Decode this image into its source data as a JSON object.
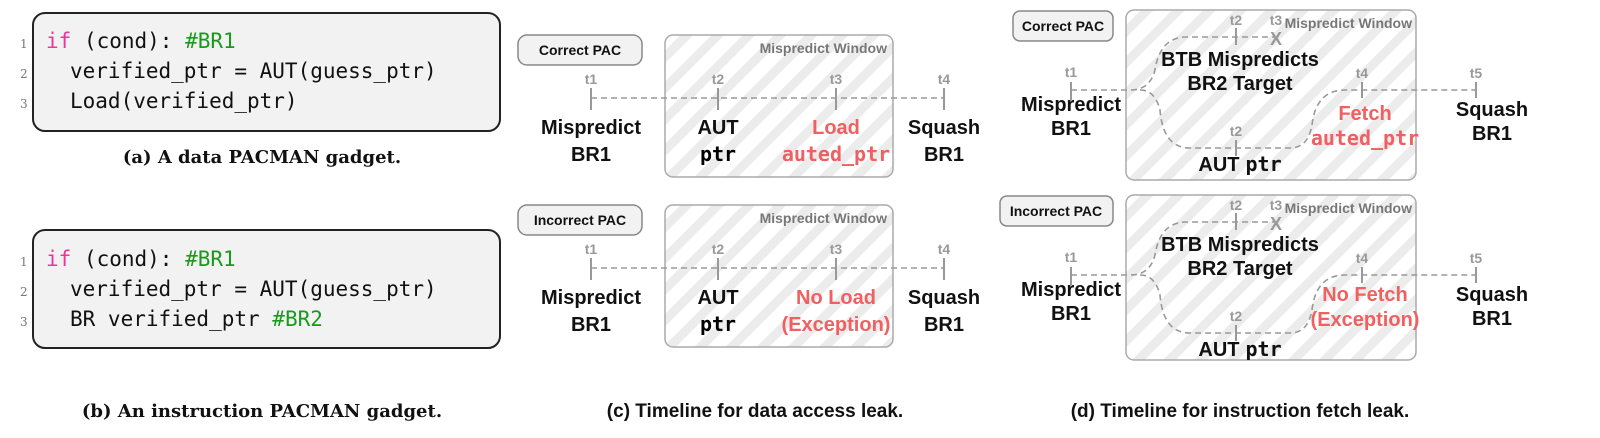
{
  "panel_a": {
    "line_numbers": [
      "1",
      "2",
      "3"
    ],
    "code": [
      {
        "kw": "if",
        "rest": " (cond): ",
        "comment": "#BR1"
      },
      {
        "text": "verified_ptr = AUT(guess_ptr)"
      },
      {
        "text": "Load(verified_ptr)"
      }
    ],
    "caption": "(a) A data PACMAN gadget."
  },
  "panel_b": {
    "line_numbers": [
      "1",
      "2",
      "3"
    ],
    "code": [
      {
        "kw": "if",
        "rest": " (cond): ",
        "comment": "#BR1"
      },
      {
        "text": "verified_ptr = AUT(guess_ptr)"
      },
      {
        "text": "BR verified_ptr ",
        "comment": "#BR2"
      }
    ],
    "caption": "(b) An instruction PACMAN gadget."
  },
  "panel_c": {
    "caption": "(c) Timeline for data access leak.",
    "window_label": "Mispredict Window",
    "times": [
      "t1",
      "t2",
      "t3",
      "t4"
    ],
    "correct": {
      "tag": "Correct PAC",
      "e1": [
        "Mispredict",
        "BR1"
      ],
      "e2": [
        "AUT",
        "ptr"
      ],
      "e3": [
        "Load",
        "auted_ptr"
      ],
      "e4": [
        "Squash",
        "BR1"
      ]
    },
    "incorrect": {
      "tag": "Incorrect PAC",
      "e1": [
        "Mispredict",
        "BR1"
      ],
      "e2": [
        "AUT",
        "ptr"
      ],
      "e3": [
        "No Load",
        "(Exception)"
      ],
      "e4": [
        "Squash",
        "BR1"
      ]
    }
  },
  "panel_d": {
    "caption": "(d) Timeline for instruction fetch leak.",
    "window_label": "Mispredict Window",
    "times": [
      "t1",
      "t2",
      "t3",
      "t2",
      "t4",
      "t5"
    ],
    "abort_mark": "X",
    "correct": {
      "tag": "Correct PAC",
      "e1": [
        "Mispredict",
        "BR1"
      ],
      "btb": [
        "BTB Mispredicts",
        "BR2 Target"
      ],
      "aut": [
        "AUT",
        "ptr"
      ],
      "e4": [
        "Fetch",
        "auted_ptr"
      ],
      "e5": [
        "Squash",
        "BR1"
      ]
    },
    "incorrect": {
      "tag": "Incorrect PAC",
      "e1": [
        "Mispredict",
        "BR1"
      ],
      "btb": [
        "BTB Mispredicts",
        "BR2 Target"
      ],
      "aut": [
        "AUT",
        "ptr"
      ],
      "e4": [
        "No Fetch",
        "(Exception)"
      ],
      "e5": [
        "Squash",
        "BR1"
      ]
    }
  },
  "colors": {
    "keyword": "#ee3399",
    "comment": "#1a9a1a",
    "highlight": "#f06060",
    "code_bg": "#f2f2f2"
  }
}
